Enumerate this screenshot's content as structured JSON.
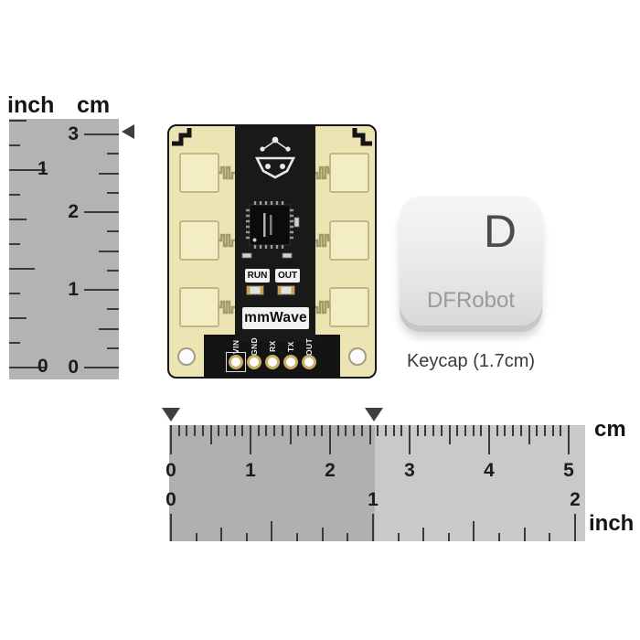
{
  "vertical_ruler": {
    "inch_label": "inch",
    "cm_label": "cm",
    "cm_numbers": [
      "3",
      "2",
      "1",
      "0"
    ],
    "inch_numbers": [
      "1",
      "0"
    ]
  },
  "horizontal_ruler": {
    "cm_label": "cm",
    "inch_label": "inch",
    "cm_numbers": [
      "0",
      "1",
      "2",
      "3",
      "4",
      "5"
    ],
    "inch_numbers": [
      "0",
      "1",
      "2"
    ]
  },
  "board": {
    "run_label": "RUN",
    "out_label": "OUT",
    "mmwave_label": "mmWave",
    "pin_labels": [
      "VIN",
      "GND",
      "RX",
      "TX",
      "OUT"
    ]
  },
  "keycap": {
    "letter": "D",
    "brand": "DFRobot",
    "caption": "Keycap (1.7cm)"
  },
  "colors": {
    "pcb": "#ece4b2",
    "patch": "#f3edc4",
    "strip_black": "#161616",
    "ruler_gray": "#b3b3b3",
    "ruler_light_gray": "#c9c9c9",
    "tick_dark": "#3a3a3a",
    "marker": "#3f3f3f",
    "led_pad_gold": "#c9a24a"
  }
}
